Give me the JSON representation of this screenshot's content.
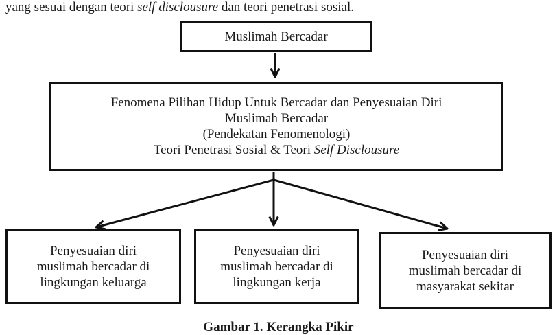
{
  "intro": {
    "before": "yang sesuai dengan teori ",
    "italic": "self disclousure",
    "after": " dan teori penetrasi sosial."
  },
  "top_box": {
    "text": "Muslimah Bercadar"
  },
  "main_box": {
    "line1": "Fenomena Pilihan Hidup Untuk Bercadar dan Penyesuaian Diri",
    "line2": "Muslimah Bercadar",
    "line3": "(Pendekatan Fenomenologi)",
    "line4_prefix": "Teori Penetrasi Sosial & Teori ",
    "line4_italic": "Self Disclousure"
  },
  "bottom_boxes": [
    {
      "line1": "Penyesuaian diri",
      "line2": "muslimah bercadar di",
      "line3": "lingkungan keluarga"
    },
    {
      "line1": "Penyesuaian diri",
      "line2": "muslimah bercadar di",
      "line3": "lingkungan kerja"
    },
    {
      "line1": "Penyesuaian diri",
      "line2": "muslimah bercadar di",
      "line3": "masyarakat sekitar"
    }
  ],
  "caption": "Gambar 1. Kerangka Pikir"
}
